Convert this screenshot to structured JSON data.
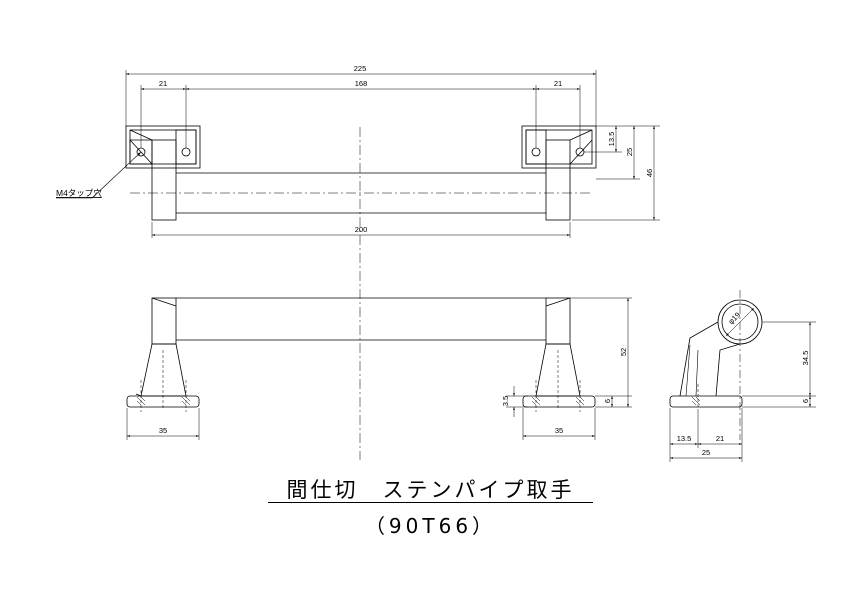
{
  "title": {
    "main": "間仕切　ステンパイプ取手",
    "code": "（90T66）"
  },
  "callout": {
    "tap_hole": "M4タップ穴"
  },
  "dimensions": {
    "top_overall": "225",
    "top_left_21": "21",
    "top_center_168": "168",
    "top_right_21": "21",
    "top_right_13_5": "13.5",
    "top_right_25": "25",
    "top_right_46": "46",
    "top_bottom_200": "200",
    "front_left_35": "35",
    "front_right_35": "35",
    "front_3_5": "3.5",
    "front_6": "6",
    "front_52": "52",
    "side_phi19": "φ19",
    "side_34_5": "34.5",
    "side_6": "6",
    "side_13_5": "13.5",
    "side_21": "21",
    "side_25": "25"
  }
}
